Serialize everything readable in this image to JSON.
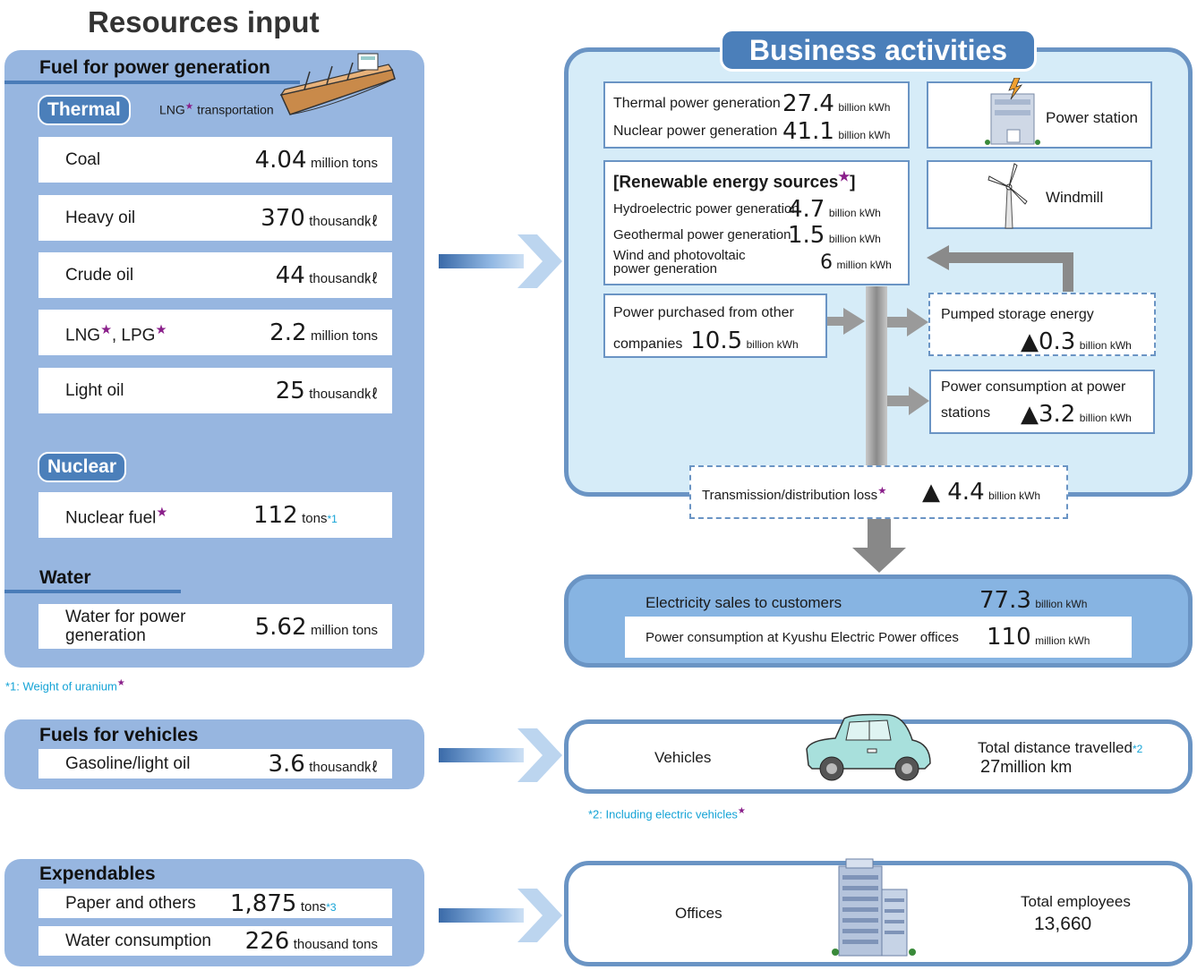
{
  "left": {
    "title": "Resources input",
    "fuel_heading": "Fuel for power generation",
    "thermal_label": "Thermal",
    "lng_transport": "LNG",
    "lng_transport_suffix": " transportation",
    "star": "★",
    "thermal_items": [
      {
        "label": "Coal",
        "value": "4.04",
        "unit": "million tons"
      },
      {
        "label": "Heavy oil",
        "value": "370",
        "unit": "thousand㎘"
      },
      {
        "label": "Crude oil",
        "value": "44",
        "unit": "thousand㎘"
      },
      {
        "label": "LNG",
        "label2": ", LPG",
        "value": "2.2",
        "unit": "million tons"
      },
      {
        "label": "Light oil",
        "value": "25",
        "unit": "thousand㎘"
      }
    ],
    "nuclear_label": "Nuclear",
    "nuclear_item": {
      "label": "Nuclear fuel",
      "value": "112",
      "unit": "tons",
      "note": "*1"
    },
    "water_heading": "Water",
    "water_item": {
      "label1": "Water for power",
      "label2": "generation",
      "value": "5.62",
      "unit": "million tons"
    },
    "footnote1": "*1: Weight of uranium",
    "vehicles_heading": "Fuels for vehicles",
    "vehicles_item": {
      "label": "Gasoline/light oil",
      "value": "3.6",
      "unit": "thousand㎘"
    },
    "expendables_heading": "Expendables",
    "expendables_items": [
      {
        "label": "Paper and others",
        "value": "1,875",
        "unit": "tons",
        "note": "*3"
      },
      {
        "label": "Water consumption",
        "value": "226",
        "unit": "thousand tons"
      }
    ]
  },
  "business": {
    "title": "Business activities",
    "thermal": {
      "label": "Thermal power generation",
      "value": "27.4",
      "unit": "billion kWh"
    },
    "nuclear": {
      "label": "Nuclear power generation",
      "value": "41.1",
      "unit": "billion kWh"
    },
    "power_station": "Power station",
    "renewable_heading": "[Renewable energy sources",
    "renewable_close": "]",
    "hydro": {
      "label": "Hydroelectric power generation",
      "value": "4.7",
      "unit": "billion kWh"
    },
    "geo": {
      "label": "Geothermal power generation",
      "value": "1.5",
      "unit": "billion kWh"
    },
    "wind": {
      "label1": "Wind and photovoltaic",
      "label2": "power generation",
      "value": "6",
      "unit": "million kWh"
    },
    "windmill": "Windmill",
    "purchased": {
      "label1": "Power purchased from other",
      "label2": "companies",
      "value": "10.5",
      "unit": "billion kWh"
    },
    "pumped": {
      "label": "Pumped storage energy",
      "value": "▲0.3",
      "unit": "billion kWh"
    },
    "consumption": {
      "label1": "Power consumption at power",
      "label2": "stations",
      "value": "▲3.2",
      "unit": "billion kWh"
    },
    "loss": {
      "label": "Transmission/distribution loss",
      "value": "▲ 4.4",
      "unit": "billion kWh"
    }
  },
  "sales": {
    "label": "Electricity sales to customers",
    "value": "77.3",
    "unit": "billion kWh",
    "offices_label": "Power consumption at Kyushu Electric Power offices",
    "offices_value": "110",
    "offices_unit": "million kWh"
  },
  "vehicles": {
    "label": "Vehicles",
    "distance_label": "Total distance travelled",
    "distance_note": "*2",
    "distance_value": "27",
    "distance_unit": "million km",
    "footnote2": "*2: Including electric vehicles"
  },
  "offices": {
    "label": "Offices",
    "employees_label": "Total employees",
    "employees_value": "13,660"
  },
  "colors": {
    "panel": "#97b6e0",
    "accent": "#4b7fba",
    "star": "#8a1f8a",
    "note": "#14a3d6",
    "light": "#d6ecf8"
  }
}
